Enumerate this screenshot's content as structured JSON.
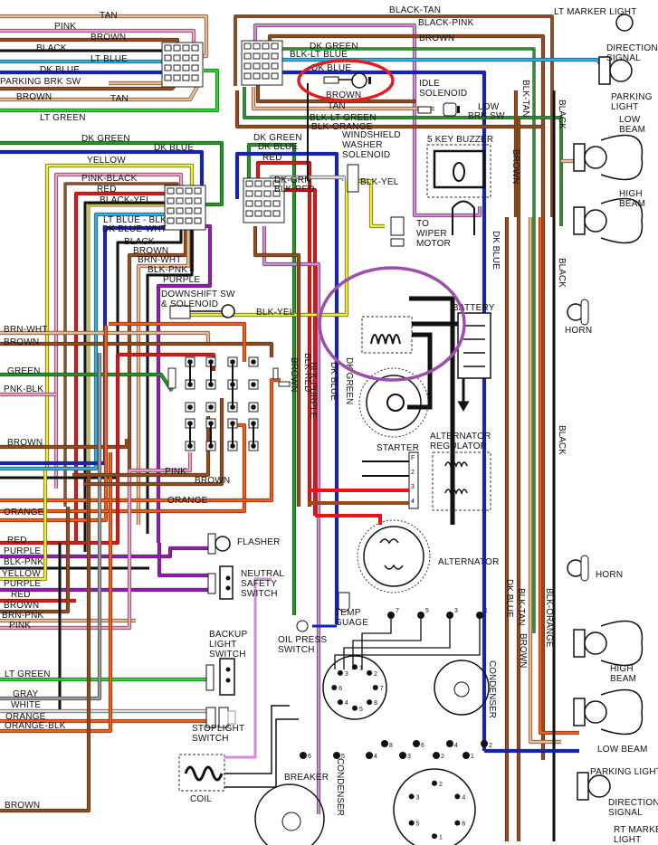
{
  "title": "Engine Compartment Wiring Diagram",
  "colors": {
    "TAN": "#f2b98a",
    "PINK": "#f49cc8",
    "BROWN": "#9a4a14",
    "BLACK": "#111111",
    "LT_BLUE": "#28b4e6",
    "DK_BLUE": "#1020d0",
    "LT_GREEN": "#22dd22",
    "DK_GREEN": "#1e9a1e",
    "YELLOW": "#f2ef2a",
    "RED": "#ee1111",
    "PURPLE": "#9a18b8",
    "ORANGE": "#ff5a10",
    "GRAY": "#9a9a9a",
    "WHITE": "#dddddd",
    "LAVENDER": "#d58ad8",
    "annotation_red": "#e31b23",
    "annotation_purple": "#9b4fa8"
  },
  "left_wire_labels": [
    "TAN",
    "PINK",
    "BROWN",
    "BLACK",
    "LT BLUE",
    "DK BLUE",
    "PARKING BRK SW",
    "BROWN",
    "TAN",
    "LT GREEN",
    "DK GREEN",
    "DK BLUE",
    "YELLOW",
    "PINK-BLACK",
    "RED",
    "BLACK-YEL",
    "LT BLUE - BLK",
    "DK BLUE-WHT",
    "BLACK",
    "BROWN",
    "BRN-WHT",
    "BLK-PNK",
    "PURPLE",
    "BRN-WHT",
    "BROWN",
    "GREEN",
    "PNK-BLK",
    "BROWN",
    "PINK",
    "BROWN",
    "ORANGE",
    "ORANGE",
    "RED",
    "PURPLE",
    "BLK-PNK",
    "YELLOW",
    "PURPLE",
    "RED",
    "BROWN",
    "BRN-PNK",
    "PINK",
    "LT GREEN",
    "GRAY",
    "WHITE",
    "ORANGE",
    "ORANGE-BLK",
    "BROWN"
  ],
  "top_wire_labels": [
    "BLACK-TAN",
    "BLACK-PINK",
    "BROWN",
    "DK GREEN",
    "BLK-LT BLUE",
    "DK BLUE",
    "BROWN",
    "TAN",
    "BLK-LT GREEN",
    "BLK-ORANGE",
    "DK GREEN",
    "DK BLUE",
    "RED",
    "DK-GRN",
    "BLK-RED",
    "BLK-YEL",
    "BLK-YEL",
    "LOW",
    "BRK SW"
  ],
  "vertical_wire_labels": [
    "BLK-TAN",
    "BLACK",
    "BROWN",
    "DK BLUE",
    "BLACK",
    "BLACK",
    "BROWN",
    "BLK-RED",
    "BLK-PURPLE",
    "DK BLUE",
    "DK GREEN",
    "DK BLUE",
    "BLK-TAN",
    "BROWN",
    "BLK-ORANGE"
  ],
  "components": {
    "idle_solenoid": "IDLE\nSOLENOID",
    "windshield_washer": "WINDSHIELD\nWASHER\nSOLENOID",
    "key_buzzer": "5 KEY BUZZER",
    "wiper_motor": "TO\nWIPER\nMOTOR",
    "downshift": "DOWNSHIFT SW\n& SOLENOID",
    "battery": "BATTERY",
    "starter": "STARTER",
    "alt_regulator": "ALTERNATOR\nREGULATOR",
    "alternator": "ALTERNATOR",
    "flasher": "FLASHER",
    "neutral_safety": "NEUTRAL\nSAFETY\nSWITCH",
    "temp_gauge": "TEMP\nGUAGE",
    "oil_press": "OIL PRESS\nSWITCH",
    "backup_light": "BACKUP\nLIGHT\nSWITCH",
    "stoplight": "STOPLIGHT\nSWITCH",
    "coil": "COIL",
    "breaker": "BREAKER",
    "condenser": "CONDENSER",
    "lt_marker": "LT MARKER LIGHT",
    "directional_l": "DIRECTIONAL\nSIGNAL",
    "parking_l": "PARKING\nLIGHT",
    "low_beam_l": "LOW\nBEAM",
    "high_beam_l": "HIGH\nBEAM",
    "horn": "HORN",
    "high_beam_r": "HIGH\nBEAM",
    "low_beam_r": "LOW BEAM",
    "parking_r": "PARKING LIGHT",
    "directional_r": "DIRECTIONAL\nSIGNAL",
    "rt_marker": "RT MARKER\nLIGHT"
  },
  "regulator_terminals": [
    "F",
    "2",
    "3",
    "4"
  ],
  "distributor_pins_top": [
    "7",
    "5",
    "3",
    "1"
  ],
  "distributor_pins_mid": [
    "8",
    "6",
    "4",
    "2"
  ],
  "distributor_pins_low": [
    "6",
    "5",
    "4",
    "3",
    "2",
    "1"
  ],
  "cap1_pins": [
    "1",
    "2",
    "7",
    "8",
    "5",
    "4",
    "6",
    "3"
  ],
  "cap2_pins": [
    "2",
    "4",
    "6",
    "1",
    "5",
    "3"
  ],
  "annotations": [
    {
      "shape": "ellipse",
      "color": "red",
      "target": "idle solenoid"
    },
    {
      "shape": "ellipse",
      "color": "purple",
      "target": "battery cable junction"
    }
  ]
}
